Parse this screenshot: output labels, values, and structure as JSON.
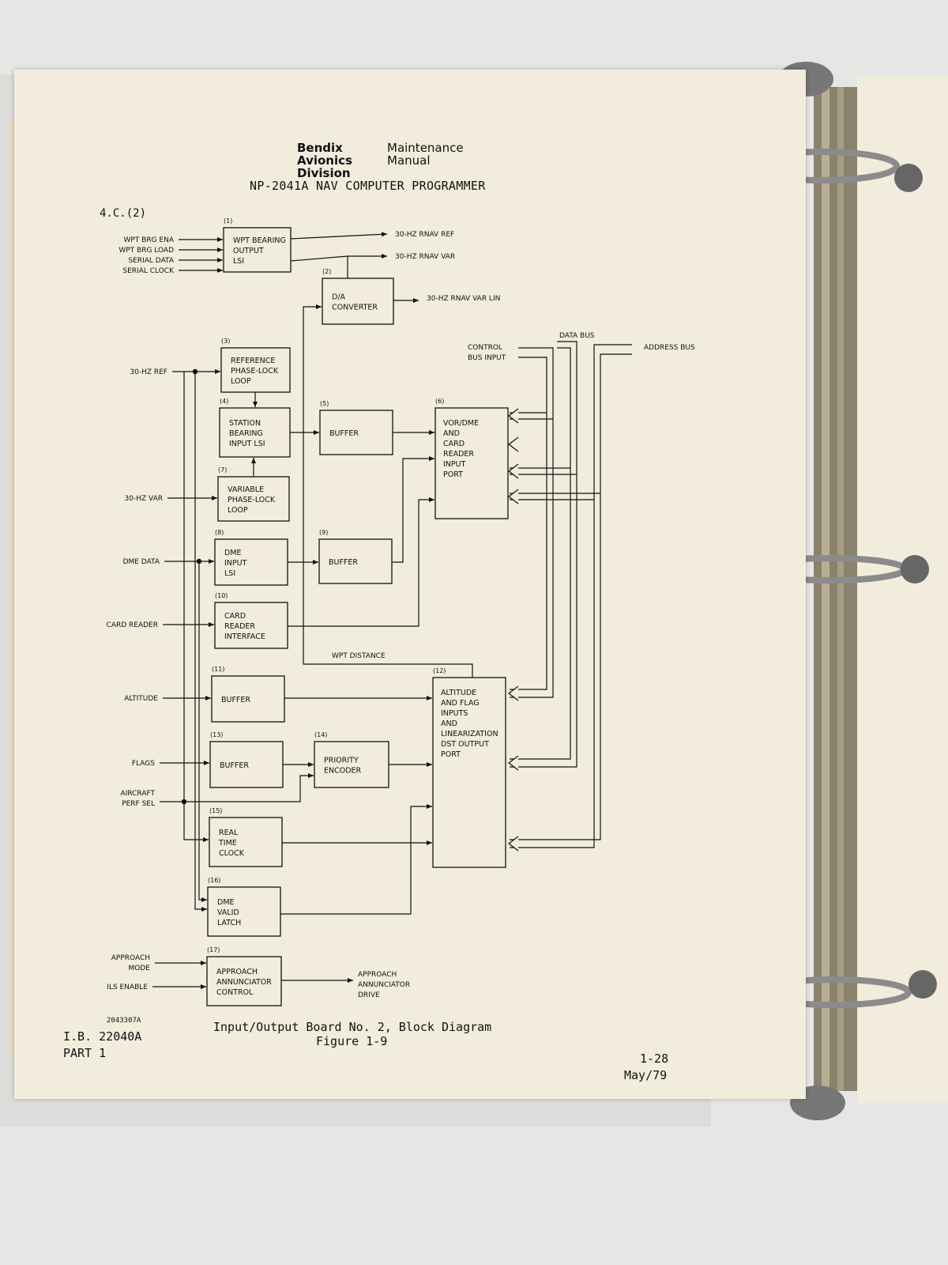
{
  "header": {
    "company": "Bendix Avionics Division",
    "company_lines": [
      "Bendix",
      "Avionics",
      "Division"
    ],
    "manual_lines": [
      "Maintenance",
      "Manual"
    ],
    "title": "NP-2041A NAV COMPUTER PROGRAMMER",
    "section": "4.C.(2)"
  },
  "blocks": [
    {
      "num": "(1)",
      "lines": [
        "WPT BEARING",
        "OUTPUT",
        "LSI"
      ]
    },
    {
      "num": "(2)",
      "lines": [
        "D/A",
        "CONVERTER"
      ]
    },
    {
      "num": "(3)",
      "lines": [
        "REFERENCE",
        "PHASE-LOCK",
        "LOOP"
      ]
    },
    {
      "num": "(4)",
      "lines": [
        "STATION",
        "BEARING",
        "INPUT LSI"
      ]
    },
    {
      "num": "(5)",
      "lines": [
        "BUFFER"
      ]
    },
    {
      "num": "(6)",
      "lines": [
        "VOR/DME",
        "AND",
        "CARD",
        "READER",
        "INPUT",
        "PORT"
      ]
    },
    {
      "num": "(7)",
      "lines": [
        "VARIABLE",
        "PHASE-LOCK",
        "LOOP"
      ]
    },
    {
      "num": "(8)",
      "lines": [
        "DME",
        "INPUT",
        "LSI"
      ]
    },
    {
      "num": "(9)",
      "lines": [
        "BUFFER"
      ]
    },
    {
      "num": "(10)",
      "lines": [
        "CARD",
        "READER",
        "INTERFACE"
      ]
    },
    {
      "num": "(11)",
      "lines": [
        "BUFFER"
      ]
    },
    {
      "num": "(12)",
      "lines": [
        "ALTITUDE",
        "AND FLAG",
        "INPUTS",
        "AND",
        "LINEARIZATION",
        "DST OUTPUT",
        "PORT"
      ]
    },
    {
      "num": "(13)",
      "lines": [
        "BUFFER"
      ]
    },
    {
      "num": "(14)",
      "lines": [
        "PRIORITY",
        "ENCODER"
      ]
    },
    {
      "num": "(15)",
      "lines": [
        "REAL",
        "TIME",
        "CLOCK"
      ]
    },
    {
      "num": "(16)",
      "lines": [
        "DME",
        "VALID",
        "LATCH"
      ]
    },
    {
      "num": "(17)",
      "lines": [
        "APPROACH",
        "ANNUNCIATOR",
        "CONTROL"
      ]
    }
  ],
  "signals": {
    "wpt_brg_ena": "WPT BRG ENA",
    "wpt_brg_load": "WPT BRG LOAD",
    "serial_data": "SERIAL DATA",
    "serial_clock": "SERIAL CLOCK",
    "rnav_ref": "30-HZ RNAV REF",
    "rnav_var": "30-HZ RNAV VAR",
    "rnav_var_lin": "30-HZ RNAV VAR LIN",
    "ref_30hz": "30-HZ REF",
    "var_30hz": "30-HZ VAR",
    "dme_data": "DME DATA",
    "card_reader": "CARD READER",
    "altitude": "ALTITUDE",
    "flags": "FLAGS",
    "aircraft_perf_sel": [
      "AIRCRAFT",
      "PERF SEL"
    ],
    "approach_mode": [
      "APPROACH",
      "MODE"
    ],
    "ils_enable": "ILS ENABLE",
    "approach_drive": [
      "APPROACH",
      "ANNUNCIATOR",
      "DRIVE"
    ],
    "wpt_distance": "WPT DISTANCE",
    "control_bus": [
      "CONTROL",
      "BUS INPUT"
    ],
    "data_bus": "DATA BUS",
    "address_bus": "ADDRESS BUS"
  },
  "footer": {
    "drawing_no": "2043307A",
    "ib": "I.B. 22040A",
    "part": "PART 1",
    "caption": "Input/Output Board No. 2, Block Diagram",
    "figure": "Figure 1-9",
    "page": "1-28",
    "date": "May/79"
  }
}
